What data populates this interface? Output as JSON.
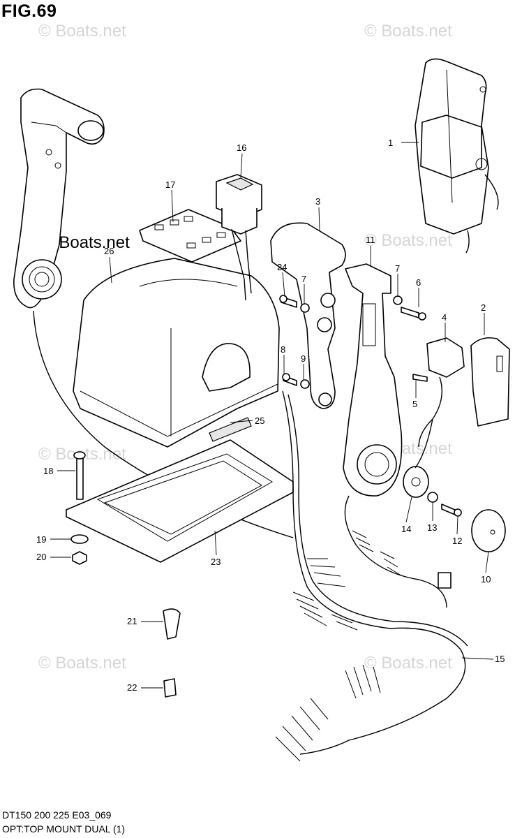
{
  "figure": {
    "title": "FIG.69",
    "model_code": "DT150 200 225 E03_069",
    "description": "OPT:TOP MOUNT DUAL (1)"
  },
  "watermarks": [
    {
      "text": "© Boats.net",
      "style": "light"
    },
    {
      "text": "© Boats.net",
      "style": "light"
    },
    {
      "text": "© Boats.net",
      "style": "dark"
    },
    {
      "text": "© Boats.net",
      "style": "light"
    },
    {
      "text": "© Boats.net",
      "style": "light"
    },
    {
      "text": "© Boats.net",
      "style": "light"
    },
    {
      "text": "© Boats.net",
      "style": "light"
    },
    {
      "text": "© Boats.net",
      "style": "light"
    }
  ],
  "callouts": [
    {
      "label": "1"
    },
    {
      "label": "2"
    },
    {
      "label": "3"
    },
    {
      "label": "4"
    },
    {
      "label": "5"
    },
    {
      "label": "6"
    },
    {
      "label": "7"
    },
    {
      "label": "7"
    },
    {
      "label": "8"
    },
    {
      "label": "9"
    },
    {
      "label": "10"
    },
    {
      "label": "11"
    },
    {
      "label": "12"
    },
    {
      "label": "13"
    },
    {
      "label": "14"
    },
    {
      "label": "15"
    },
    {
      "label": "16"
    },
    {
      "label": "17"
    },
    {
      "label": "18"
    },
    {
      "label": "19"
    },
    {
      "label": "20"
    },
    {
      "label": "21"
    },
    {
      "label": "22"
    },
    {
      "label": "23"
    },
    {
      "label": "24"
    },
    {
      "label": "25"
    },
    {
      "label": "26"
    }
  ]
}
